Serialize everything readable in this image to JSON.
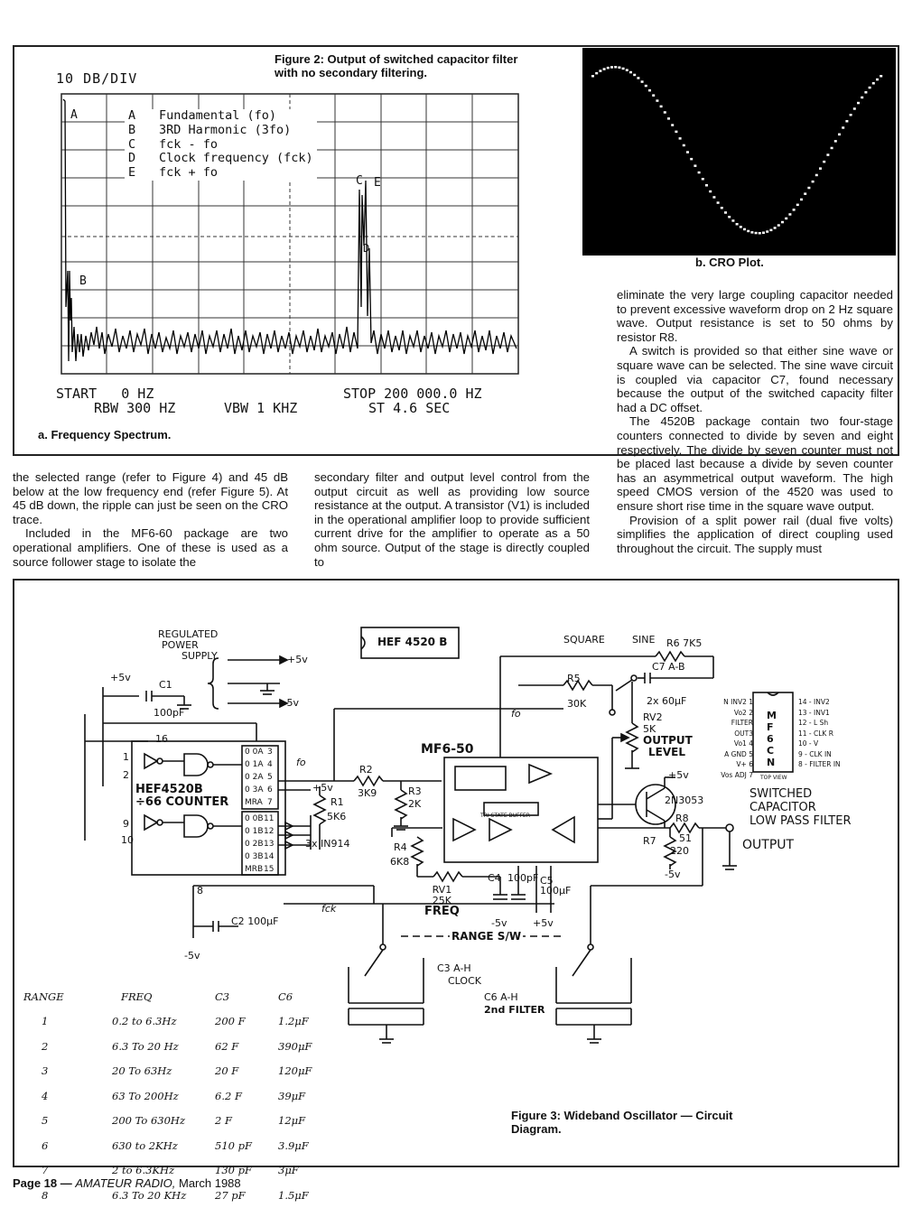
{
  "figure2": {
    "title_line1": "Figure 2: Output of switched capacitor filter",
    "title_line2": "with no secondary filtering.",
    "spectrum": {
      "scale": "10 DB/DIV",
      "legend": [
        {
          "key": "A",
          "text": "Fundamental (fo)"
        },
        {
          "key": "B",
          "text": "3RD Harmonic (3fo)"
        },
        {
          "key": "C",
          "text": "fck - fo"
        },
        {
          "key": "D",
          "text": "Clock frequency (fck)"
        },
        {
          "key": "E",
          "text": "fck + fo"
        }
      ],
      "peak_labels": {
        "a": "A",
        "b": "B",
        "c": "C",
        "d": "D",
        "e": "E"
      },
      "start": "START   0 HZ",
      "stop": "STOP 200 000.0 HZ",
      "rbw": "RBW 300 HZ",
      "vbw": "VBW 1 KHZ",
      "st": "ST 4.6 SEC",
      "caption": "a. Frequency Spectrum."
    },
    "cro_caption": "b. CRO Plot."
  },
  "text": {
    "col1": [
      "the selected range (refer to Figure 4) and 45 dB below at the low frequency end (refer Figure 5). At 45 dB down, the ripple can just be seen on the CRO trace.",
      "Included in the MF6-60 package are two operational amplifiers. One of these is used as a source follower stage to isolate the"
    ],
    "col2": [
      "secondary filter and output level control from the output circuit as well as providing low source resistance at the output. A transistor (V1) is included in the operational amplifier loop to provide sufficient current drive for the amplifier to operate as a 50 ohm source. Output of the stage is directly coupled to"
    ],
    "col3": [
      "eliminate the very large coupling capacitor needed to prevent excessive waveform drop on 2 Hz square wave. Output resistance is set to 50 ohms by resistor R8.",
      "A switch is provided so that either sine wave or square wave can be selected. The sine wave circuit is coupled via capacitor C7, found necessary because the output of the switched capacity filter had a DC offset.",
      "The 4520B package contain two four-stage counters connected to divide by seven and eight respectively. The divide by seven counter must not be placed last because a divide by seven counter has an asymmetrical output waveform. The high speed CMOS version of the 4520 was used to ensure short rise time in the square wave output.",
      "Provision of a split power rail (dual five volts) simplifies the application of direct coupling used throughout the circuit. The supply must"
    ]
  },
  "schematic": {
    "power": {
      "title1": "REGULATED",
      "title2": "POWER",
      "title3": "SUPPLY",
      "plus": "+5v",
      "minus": "- 5v"
    },
    "labels": {
      "c1": "C1",
      "c1val": "100pF",
      "plus5": "+5v",
      "minus5": "-5v",
      "ic1": "HEF4520B",
      "ic1sub": "÷66 COUNTER",
      "ic_top": "HEF 4520 B",
      "pin16": "16",
      "pin1": "1",
      "pin2": "2",
      "pin9": "9",
      "pin10": "10",
      "pin8": "8",
      "outs_a": [
        "0 0A",
        "0 1A",
        "0 2A",
        "0 3A",
        "MRA"
      ],
      "outs_a_pins": [
        "3",
        "4",
        "5",
        "6",
        "7"
      ],
      "outs_b": [
        "0 0B",
        "0 1B",
        "0 2B",
        "0 3B",
        "MRB"
      ],
      "outs_b_pins": [
        "11",
        "12",
        "13",
        "14",
        "15"
      ],
      "r1": "R1",
      "r1val": "5K6",
      "diodes": "3x IN914",
      "r2": "R2",
      "r2val": "3K9",
      "r3": "R3",
      "r3val": "2K",
      "r4": "R4",
      "r4val": "6K8",
      "rv1": "RV1",
      "rv1val": "25K",
      "freq": "FREQ",
      "mf": "MF6-50",
      "tristate": "TRI STATE BUFFER",
      "c2": "C2",
      "c2val": "100μF",
      "c4": "C4",
      "c4val": "100pF",
      "c5": "C5",
      "c5val": "100μF",
      "fck": "fck",
      "fo": "fo",
      "square": "SQUARE",
      "sine": "SINE",
      "r6": "R6 7K5",
      "c7": "C7 A-B",
      "c7val": "2x 60μF",
      "r5": "R5",
      "r5val": "30K",
      "rv2": "RV2",
      "rv2val": "5K",
      "outlevel1": "OUTPUT",
      "outlevel2": "LEVEL",
      "q": "2N3053",
      "r8": "R8",
      "r8val": "51",
      "r7": "R7",
      "r7val": "220",
      "output": "OUTPUT",
      "scf1": "SWITCHED",
      "scf2": "CAPACITOR",
      "scf3": "LOW PASS FILTER",
      "range": "RANGE S/W",
      "c3": "C3 A-H",
      "clock": "CLOCK",
      "c6": "C6 A-H",
      "filter": "2nd FILTER",
      "mfchip": "MF6CN",
      "topview": "TOP VIEW"
    },
    "pinout_left": [
      "N INV2 1",
      "Vo2 2",
      "FILTER OUT3",
      "Vo1 4",
      "A GND 5",
      "V+ 6",
      "Vos ADJ 7"
    ],
    "pinout_right": [
      "14 - INV2",
      "13 - INV1",
      "12 - L Sh",
      "11 - CLK R",
      "10 - V",
      "9 - CLK IN",
      "8 - FILTER IN"
    ],
    "table": {
      "headers": [
        "RANGE",
        "FREQ",
        "C3",
        "C6"
      ],
      "rows": [
        [
          "1",
          "0.2 to 6.3Hz",
          "200 F",
          "1.2μF"
        ],
        [
          "2",
          "6.3 To 20 Hz",
          "62 F",
          "390μF"
        ],
        [
          "3",
          "20 To 63Hz",
          "20 F",
          "120μF"
        ],
        [
          "4",
          "63 To 200Hz",
          "6.2 F",
          "39μF"
        ],
        [
          "5",
          "200 To 630Hz",
          "2 F",
          "12μF"
        ],
        [
          "6",
          "630 to 2KHz",
          "510 pF",
          "3.9μF"
        ],
        [
          "7",
          "2 to 6.3KHz",
          "130 pF",
          "3μF"
        ],
        [
          "8",
          "6.3 To 20 KHz",
          "27 pF",
          "1.5μF"
        ]
      ]
    },
    "caption_line1": "Figure 3: Wideband Oscillator — Circuit",
    "caption_line2": "Diagram."
  },
  "footer": {
    "page": "Page 18 — ",
    "mag": "AMATEUR RADIO,",
    "date": " March 1988"
  }
}
